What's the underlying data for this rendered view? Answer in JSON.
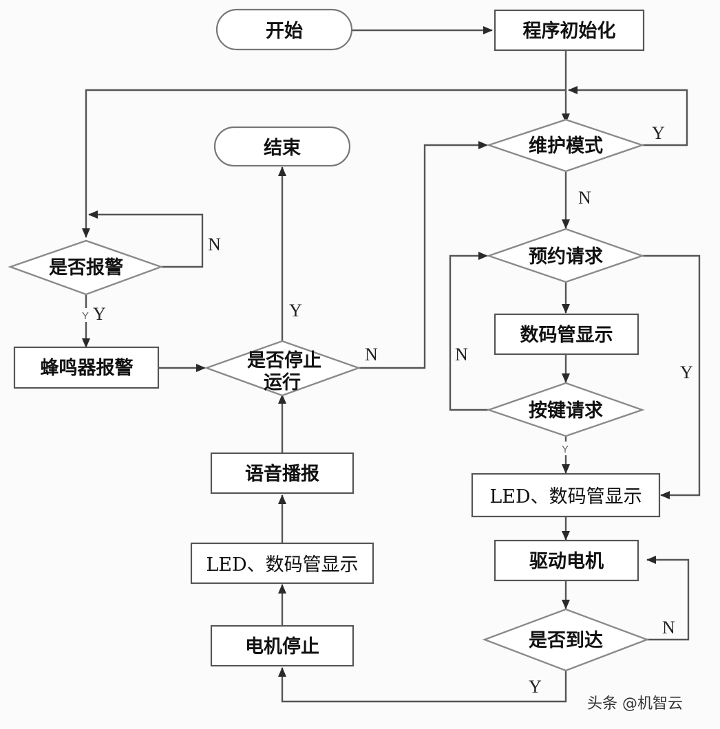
{
  "nodes": {
    "start": "开始",
    "init": "程序初始化",
    "maintenance": "维护模式",
    "reservation": "预约请求",
    "digit_display": "数码管显示",
    "key_request": "按键请求",
    "led_display_right": "LED、数码管显示",
    "drive_motor": "驱动电机",
    "arrived": "是否到达",
    "motor_stop": "电机停止",
    "led_display_left": "LED、数码管显示",
    "voice": "语音播报",
    "stop_line1": "是否停止",
    "stop_line2": "运行",
    "end": "结束",
    "alarm_check": "是否报警",
    "buzzer": "蜂鸣器报警"
  },
  "edges": {
    "maintenance_yes": "Y",
    "maintenance_no": "N",
    "alarm_no": "N",
    "alarm_yes": "Y",
    "alarm_yes_small": "Y",
    "stop_yes": "Y",
    "stop_no": "N",
    "key_no": "N",
    "key_yes_small": "Y",
    "reservation_yes": "Y",
    "arrived_no": "N",
    "arrived_yes": "Y"
  },
  "watermark": "头条 @机智云"
}
